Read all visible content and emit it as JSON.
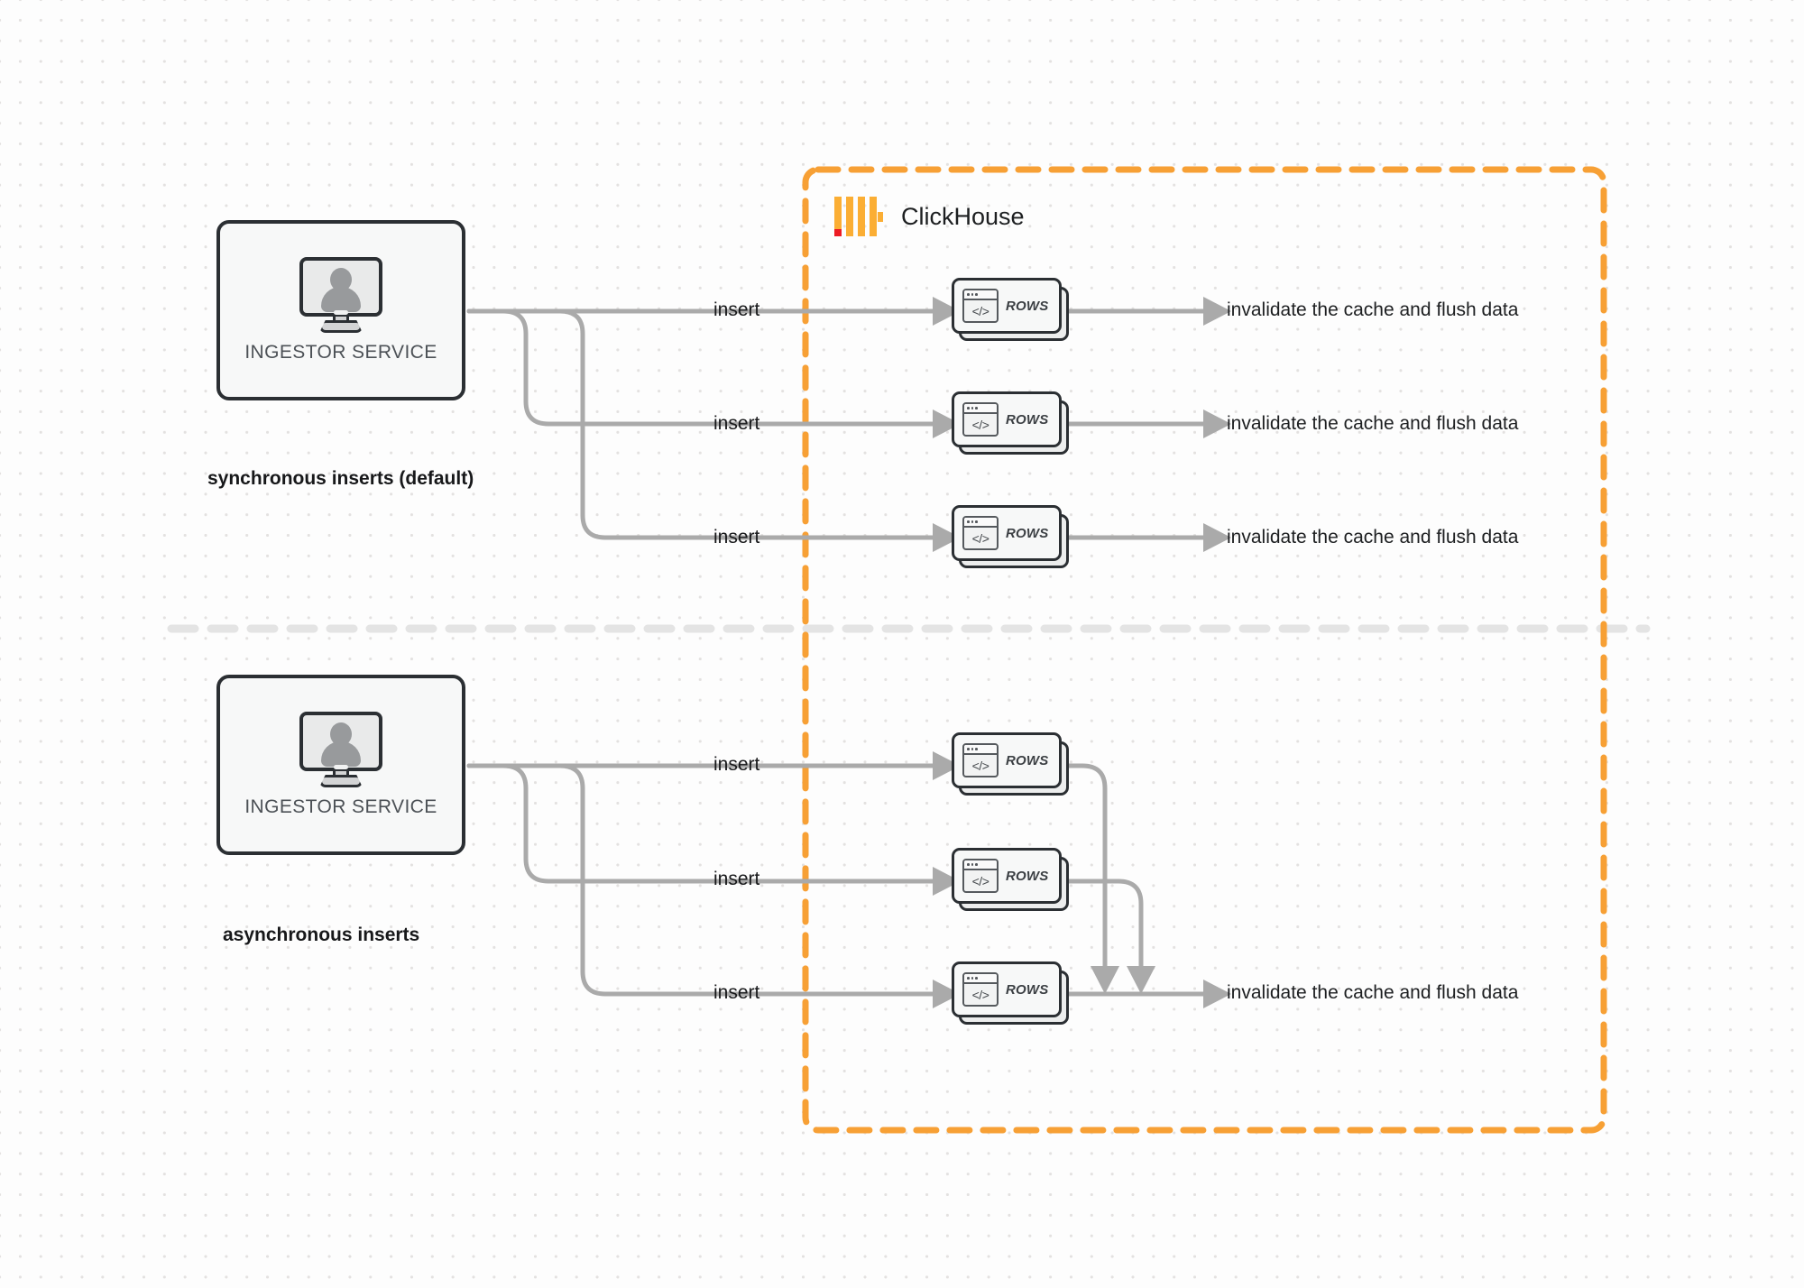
{
  "diagram": {
    "title": "ClickHouse synchronous vs asynchronous inserts",
    "colors": {
      "boundary_dashed": "#F7A035",
      "logo_bar": "#FBAE34",
      "logo_accent": "#ED1C24",
      "connector": "#AAAAAA",
      "node_border": "#2B2F33",
      "node_fill": "#F7F8F8",
      "background": "#FDFDFD",
      "dot_grid": "#E3E1E0",
      "divider": "#E4E4E4"
    }
  },
  "boundary": {
    "label": "ClickHouse",
    "logo_name": "clickhouse-logo"
  },
  "sections": [
    {
      "id": "synchronous",
      "caption": "synchronous inserts (default)",
      "source": {
        "label": "INGESTOR SERVICE",
        "icon": "monitor-user-icon"
      },
      "edges": [
        {
          "label": "insert"
        },
        {
          "label": "insert"
        },
        {
          "label": "insert"
        }
      ],
      "targets": [
        {
          "label": "ROWS",
          "icon": "code-window-icon"
        },
        {
          "label": "ROWS",
          "icon": "code-window-icon"
        },
        {
          "label": "ROWS",
          "icon": "code-window-icon"
        }
      ],
      "outputs": [
        {
          "label": "invalidate the cache and flush data"
        },
        {
          "label": "invalidate the cache and flush data"
        },
        {
          "label": "invalidate the cache and flush data"
        }
      ]
    },
    {
      "id": "asynchronous",
      "caption": "asynchronous inserts",
      "source": {
        "label": "INGESTOR SERVICE",
        "icon": "monitor-user-icon"
      },
      "edges": [
        {
          "label": "insert"
        },
        {
          "label": "insert"
        },
        {
          "label": "insert"
        }
      ],
      "targets": [
        {
          "label": "ROWS",
          "icon": "code-window-icon"
        },
        {
          "label": "ROWS",
          "icon": "code-window-icon"
        },
        {
          "label": "ROWS",
          "icon": "code-window-icon"
        }
      ],
      "outputs": [
        {
          "label": "invalidate the cache and flush data"
        }
      ]
    }
  ]
}
